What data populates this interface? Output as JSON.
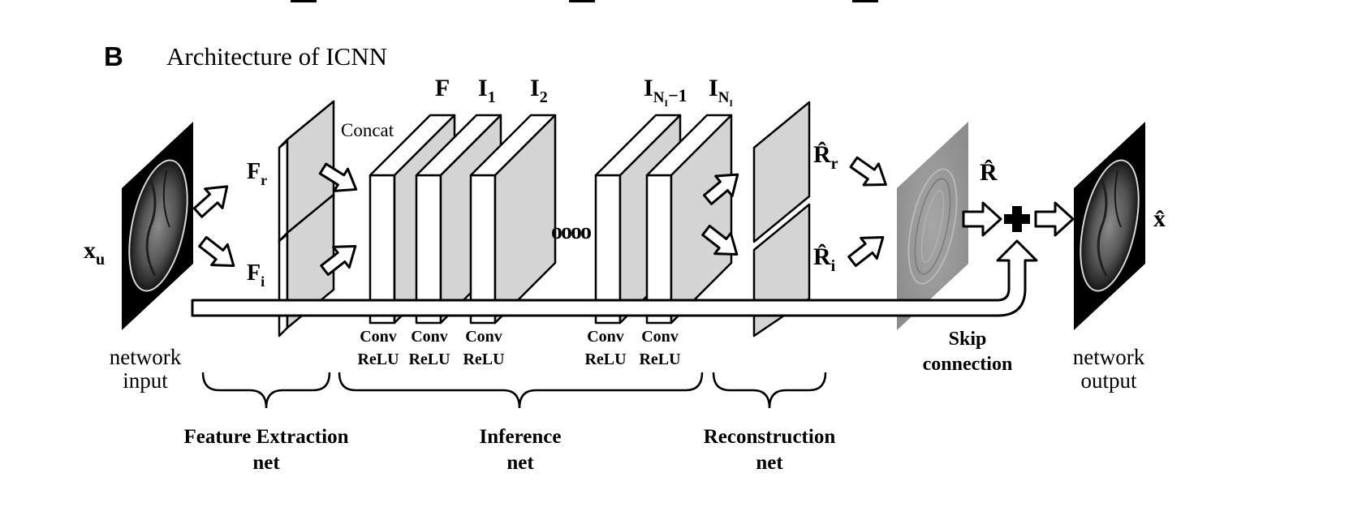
{
  "panel": {
    "letter": "B",
    "title": "Architecture of ICNN"
  },
  "input": {
    "symbol": "x",
    "subscript": "u",
    "caption_line1": "network",
    "caption_line2": "input"
  },
  "output": {
    "symbol": "x̂",
    "caption_line1": "network",
    "caption_line2": "output"
  },
  "features": {
    "real": {
      "symbol": "F",
      "subscript": "r"
    },
    "imag": {
      "symbol": "F",
      "subscript": "i"
    },
    "concat_label": "Concat"
  },
  "inference_layers": {
    "f": "F",
    "i1": {
      "symbol": "I",
      "subscript": "1"
    },
    "i2": {
      "symbol": "I",
      "subscript": "2"
    },
    "inm1": {
      "symbol": "I",
      "subscript": "N",
      "subsub": "I",
      "suffix": "−1"
    },
    "in": {
      "symbol": "I",
      "subscript": "N",
      "subsub": "I"
    },
    "ellipsis": "oooo"
  },
  "block_labels": {
    "line1": "Conv",
    "line2": "ReLU"
  },
  "reconstruction": {
    "real": {
      "symbol": "R̂",
      "subscript": "r"
    },
    "imag": {
      "symbol": "R̂",
      "subscript": "i"
    },
    "residual": "R̂"
  },
  "skip": {
    "line1": "Skip",
    "line2": "connection"
  },
  "groups": {
    "feature": {
      "line1": "Feature Extraction",
      "line2": "net"
    },
    "inference": {
      "line1": "Inference",
      "line2": "net"
    },
    "reconstruction": {
      "line1": "Reconstruction",
      "line2": "net"
    }
  }
}
